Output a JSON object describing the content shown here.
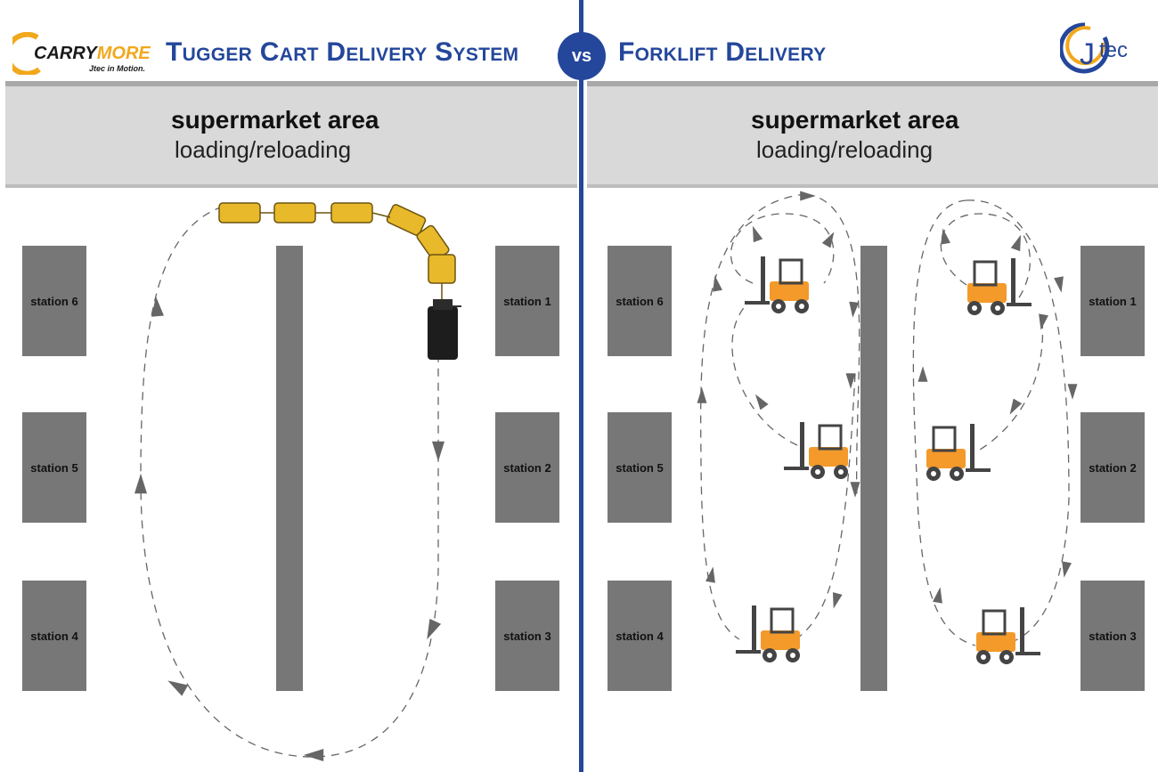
{
  "left": {
    "title": "Tugger Cart Delivery System",
    "logo": {
      "brand": "CARRYMORE",
      "brand_part1": "CARRY",
      "brand_part2": "MORE",
      "tagline": "Jtec in Motion."
    },
    "banner": {
      "line1": "supermarket area",
      "line2": "loading/reloading"
    },
    "stations": [
      "station 6",
      "station 5",
      "station 4",
      "station 1",
      "station 2",
      "station 3"
    ]
  },
  "vs_label": "vs",
  "right": {
    "title": "Forklift Delivery",
    "logo": {
      "brand": "Jtec",
      "letter": "J",
      "rest": "tec"
    },
    "banner": {
      "line1": "supermarket area",
      "line2": "loading/reloading"
    },
    "stations": [
      "station 6",
      "station 5",
      "station 4",
      "station 1",
      "station 2",
      "station 3"
    ]
  },
  "colors": {
    "brand_blue": "#24479b",
    "station_gray": "#777777",
    "tugger_yellow": "#e8b92a",
    "forklift_orange": "#f39a2b",
    "carrymore_orange": "#f2a81d"
  },
  "icons": [
    "tugger-train-icon",
    "forklift-icon",
    "path-arrow-icon"
  ]
}
